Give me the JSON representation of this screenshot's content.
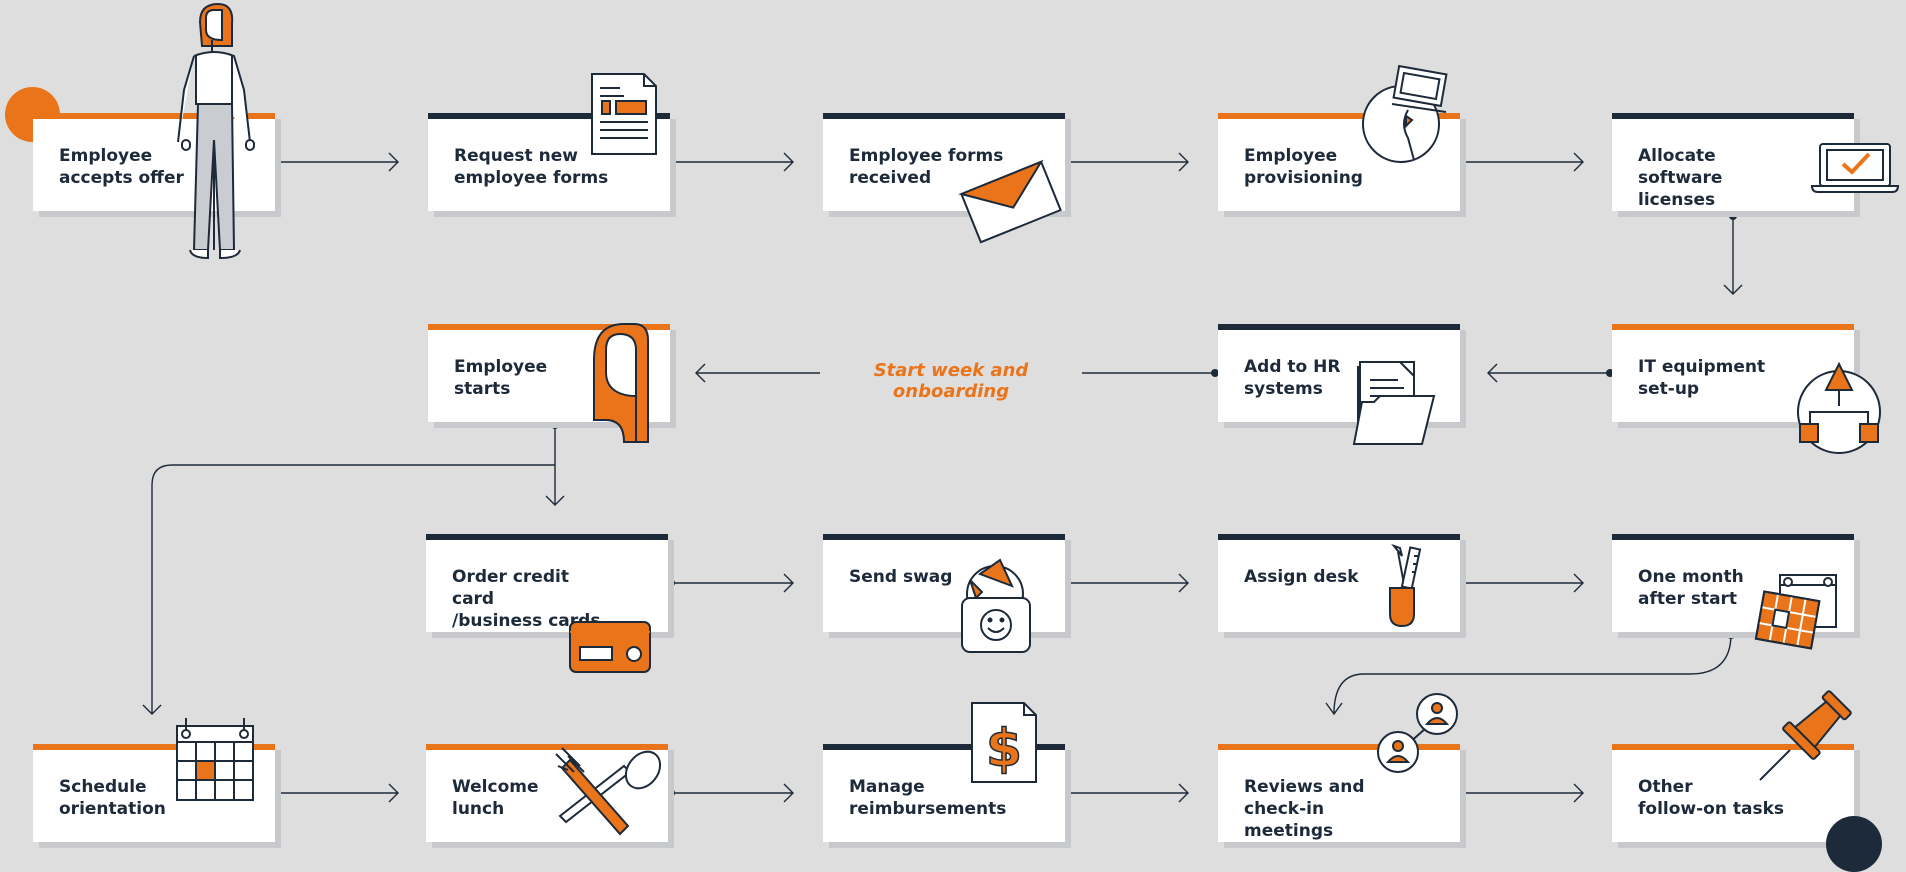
{
  "steps": [
    {
      "id": "accept",
      "label": "Employee\naccepts offer",
      "accent": "orange",
      "icon": "person-icon"
    },
    {
      "id": "request",
      "label": "Request new\nemployee forms",
      "accent": "navy",
      "icon": "document-icon"
    },
    {
      "id": "received",
      "label": "Employee forms\nreceived",
      "accent": "navy",
      "icon": "envelope-icon"
    },
    {
      "id": "provision",
      "label": "Employee\nprovisioning",
      "accent": "orange",
      "icon": "laptop-hand-icon"
    },
    {
      "id": "licenses",
      "label": "Allocate software\nlicenses",
      "accent": "navy",
      "icon": "laptop-check-icon"
    },
    {
      "id": "starts",
      "label": "Employee\nstarts",
      "accent": "orange",
      "icon": "profile-shape-icon"
    },
    {
      "id": "hr",
      "label": "Add to HR\nsystems",
      "accent": "navy",
      "icon": "folder-icon"
    },
    {
      "id": "it",
      "label": "IT equipment\nset-up",
      "accent": "orange",
      "icon": "network-icon"
    },
    {
      "id": "cards",
      "label": "Order credit card\n/business cards",
      "accent": "navy",
      "icon": "credit-card-icon"
    },
    {
      "id": "swag",
      "label": "Send swag",
      "accent": "navy",
      "icon": "swag-bag-icon"
    },
    {
      "id": "desk",
      "label": "Assign desk",
      "accent": "navy",
      "icon": "pencil-cup-icon"
    },
    {
      "id": "month",
      "label": "One month\nafter start",
      "accent": "navy",
      "icon": "calendar-icon"
    },
    {
      "id": "orientation",
      "label": "Schedule\norientation",
      "accent": "orange",
      "icon": "calendar-icon"
    },
    {
      "id": "lunch",
      "label": "Welcome\nlunch",
      "accent": "orange",
      "icon": "fork-spoon-icon"
    },
    {
      "id": "reimburse",
      "label": "Manage\nreimbursements",
      "accent": "navy",
      "icon": "dollar-sign-icon"
    },
    {
      "id": "reviews",
      "label": "Reviews and\ncheck-in meetings",
      "accent": "orange",
      "icon": "people-icon"
    },
    {
      "id": "other",
      "label": "Other\nfollow-on tasks",
      "accent": "orange",
      "icon": "pushpin-icon"
    }
  ],
  "phase_label": "Start week and onboarding",
  "colors": {
    "accent": "#ea7419",
    "navy": "#1d2a3a",
    "background": "#dededf",
    "card": "#ffffff"
  }
}
